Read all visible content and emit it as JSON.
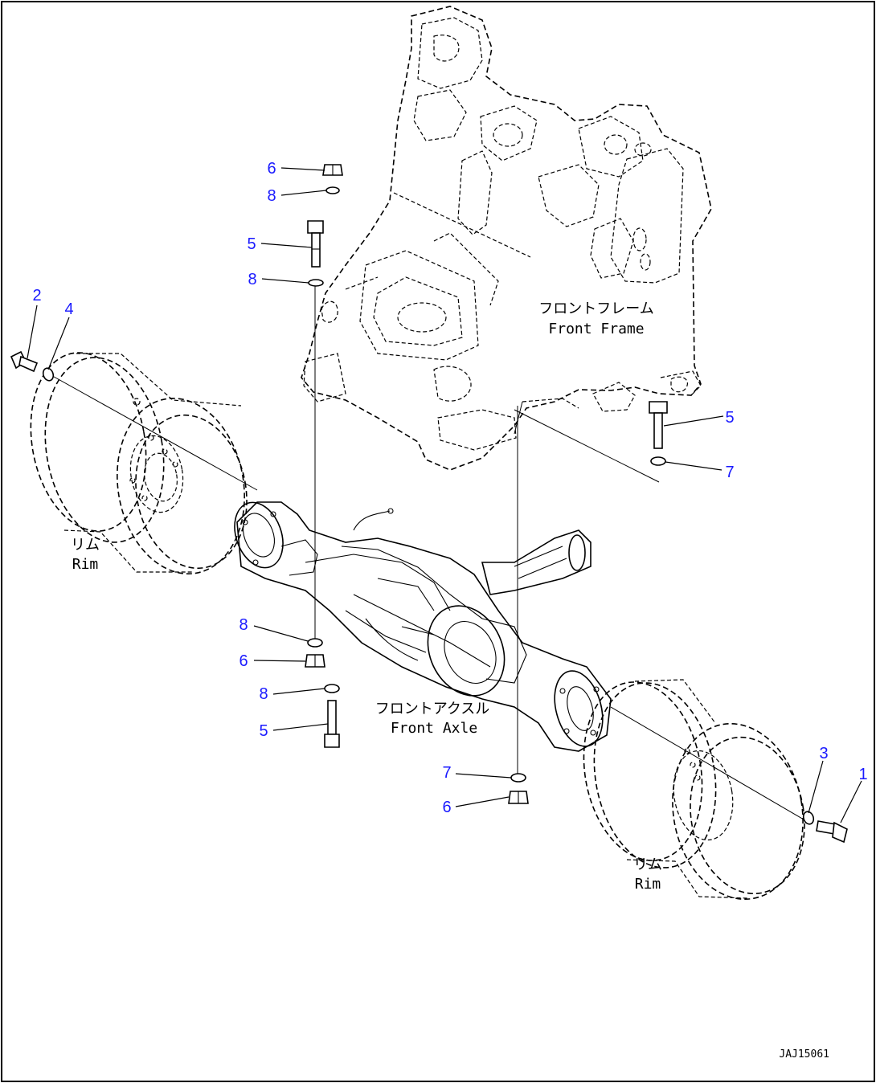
{
  "labels": {
    "frame_jp": "フロントフレーム",
    "frame_en": "Front Frame",
    "axle_jp": "フロントアクスル",
    "axle_en": "Front Axle",
    "rim_left_jp": "リム",
    "rim_left_en": "Rim",
    "rim_right_jp": "リム",
    "rim_right_en": "Rim"
  },
  "drawing_code": "JAJ15061",
  "callouts": [
    "6",
    "8",
    "5",
    "8",
    "2",
    "4",
    "5",
    "7",
    "8",
    "6",
    "8",
    "5",
    "3",
    "1",
    "7",
    "6"
  ],
  "colors": {
    "callout": "#1a1aff",
    "line": "#000000",
    "background": "#ffffff"
  }
}
